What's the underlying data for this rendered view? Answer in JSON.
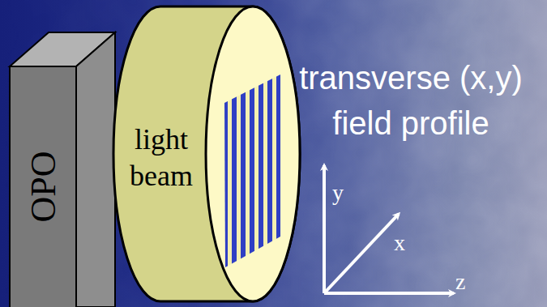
{
  "diagram": {
    "nodes": [
      {
        "text": [
          "OPO"
        ]
      },
      {
        "text": [
          "light beam"
        ]
      }
    ],
    "labels": [
      "transverse (x,y) field profile",
      "y",
      "x",
      "z"
    ]
  }
}
